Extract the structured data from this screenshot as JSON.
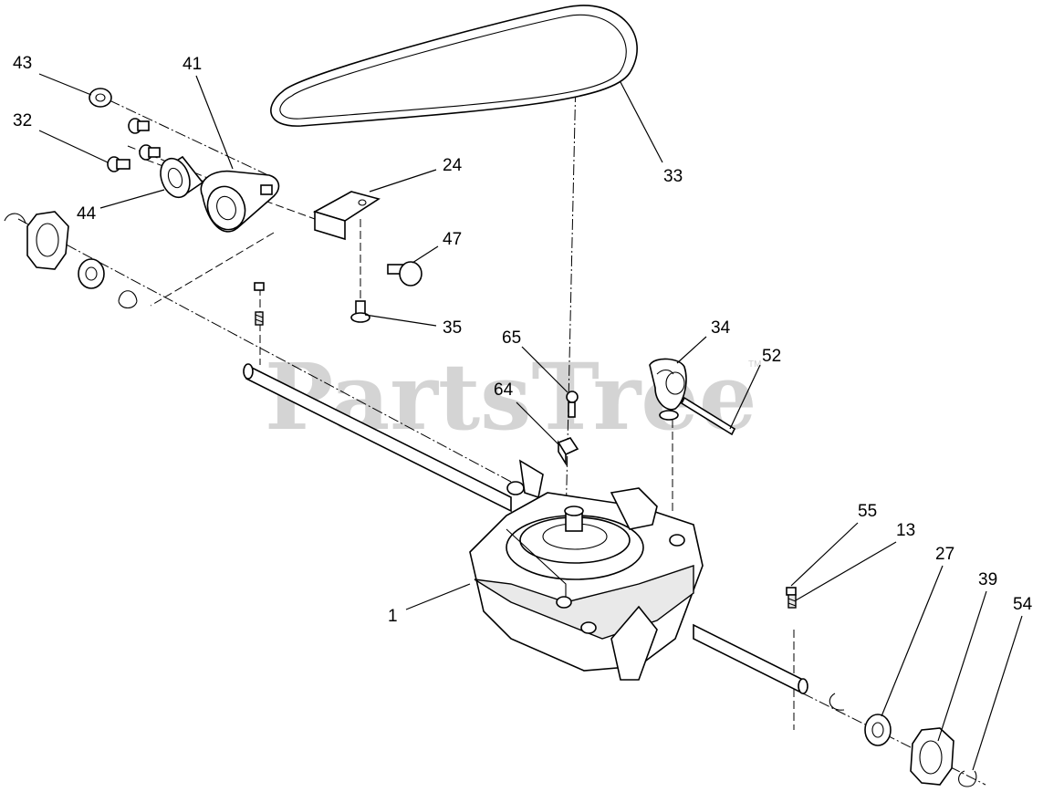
{
  "watermark": {
    "text": "PartsTree",
    "tm": "TM"
  },
  "callouts": {
    "p1": "1",
    "p13": "13",
    "p24": "24",
    "p27": "27",
    "p32": "32",
    "p33": "33",
    "p34": "34",
    "p35": "35",
    "p39": "39",
    "p41": "41",
    "p43": "43",
    "p44": "44",
    "p47": "47",
    "p52": "52",
    "p54": "54",
    "p55": "55",
    "p64": "64",
    "p65": "65"
  }
}
